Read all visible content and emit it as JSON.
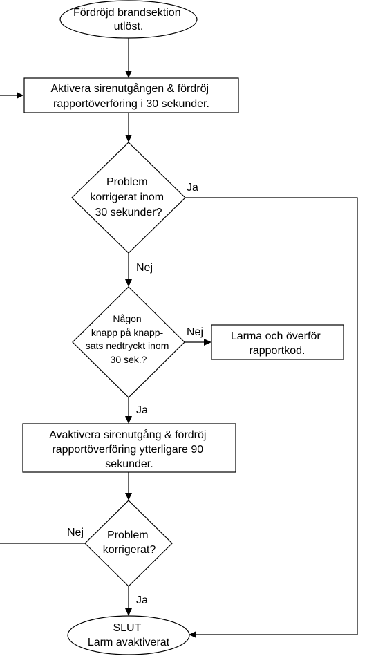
{
  "nodes": {
    "start": [
      "Fördröjd brandsektion",
      "utlöst."
    ],
    "activate": [
      "Aktivera sirenutgången & fördröj",
      "rapportöverföring i 30 sekunder."
    ],
    "decision1": [
      "Problem",
      "korrigerat inom",
      "30 sekunder?"
    ],
    "decision2": [
      "Någon",
      "knapp på knapp-",
      "sats nedtryckt inom",
      "30 sek.?"
    ],
    "alarm": [
      "Larma och överför",
      "rapportkod."
    ],
    "deactivate": [
      "Avaktivera sirenutgång & fördröj",
      "rapportöverföring ytterligare 90",
      "sekunder."
    ],
    "decision3": [
      "Problem",
      "korrigerat?"
    ],
    "end": [
      "SLUT",
      "Larm avaktiverat"
    ]
  },
  "edges": {
    "d1_yes": "Ja",
    "d1_no": "Nej",
    "d2_no": "Nej",
    "d2_yes": "Ja",
    "d3_no": "Nej",
    "d3_yes": "Ja"
  }
}
